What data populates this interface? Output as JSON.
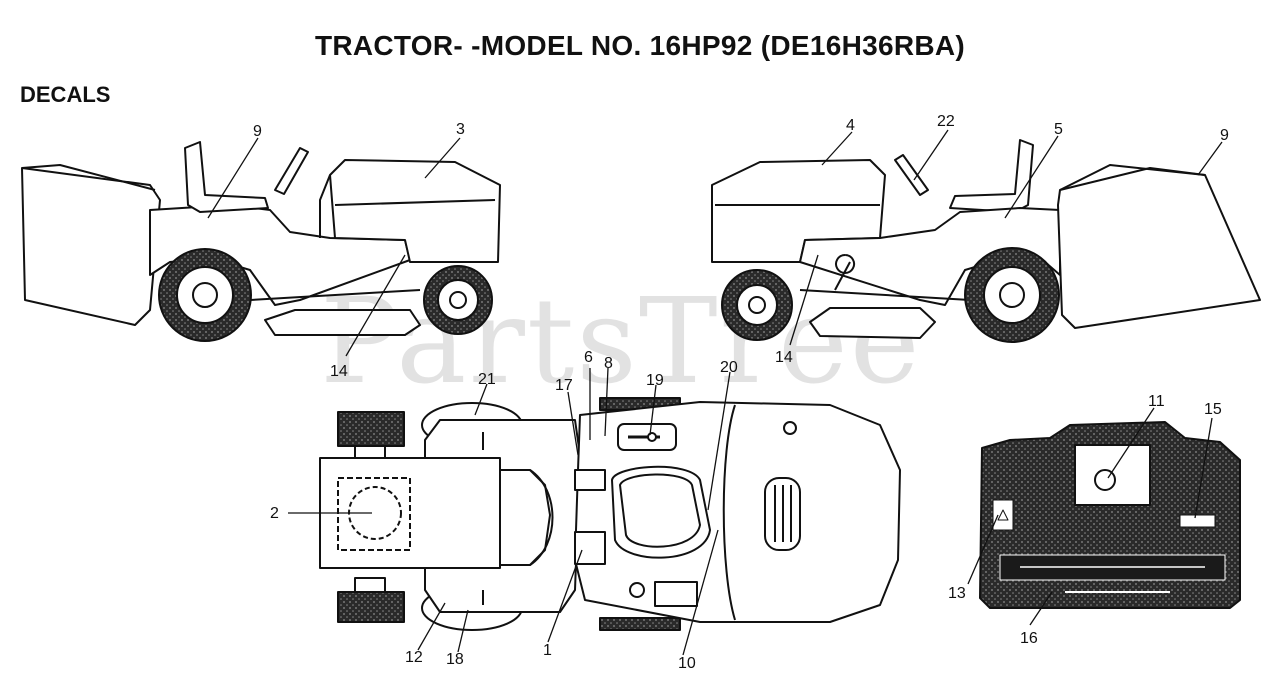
{
  "title": "TRACTOR- -MODEL NO. 16HP92 (DE16H36RBA)",
  "section": "DECALS",
  "watermark": "PartsTree",
  "watermark_mark": "™",
  "colors": {
    "line": "#111111",
    "tire": "#3a3a3a",
    "watermark": "#999999"
  },
  "callouts": {
    "c9a": "9",
    "c3": "3",
    "c14a": "14",
    "c4": "4",
    "c22": "22",
    "c5": "5",
    "c9b": "9",
    "c14b": "14",
    "c21": "21",
    "c17": "17",
    "c6": "6",
    "c8": "8",
    "c19": "19",
    "c20": "20",
    "c2": "2",
    "c12": "12",
    "c18": "18",
    "c1": "1",
    "c10": "10",
    "c11": "11",
    "c15": "15",
    "c13": "13",
    "c16": "16"
  }
}
